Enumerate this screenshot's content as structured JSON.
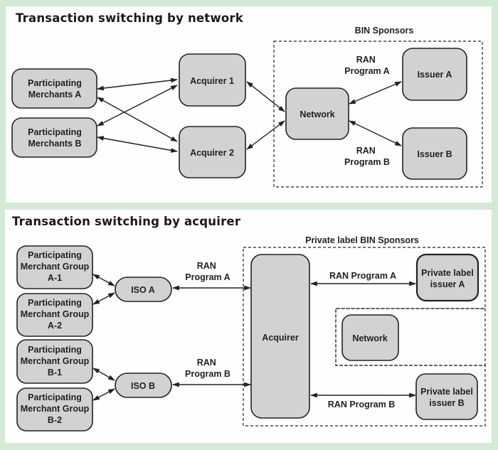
{
  "diagrams": [
    {
      "title": "Transaction switching by network",
      "group_label": "BIN Sponsors",
      "nodes": {
        "merchants_a": [
          "Participating",
          "Merchants A"
        ],
        "merchants_b": [
          "Participating",
          "Merchants B"
        ],
        "acquirer_1": [
          "Acquirer 1"
        ],
        "acquirer_2": [
          "Acquirer 2"
        ],
        "network": [
          "Network"
        ],
        "issuer_a": [
          "Issuer A"
        ],
        "issuer_b": [
          "Issuer B"
        ]
      },
      "edge_labels": {
        "ran_a": [
          "RAN",
          "Program A"
        ],
        "ran_b": [
          "RAN",
          "Program B"
        ]
      }
    },
    {
      "title": "Transaction switching by acquirer",
      "group_label": "Private label BIN Sponsors",
      "nodes": {
        "group_a1": [
          "Participating",
          "Merchant Group",
          "A-1"
        ],
        "group_a2": [
          "Participating",
          "Merchant Group",
          "A-2"
        ],
        "group_b1": [
          "Participating",
          "Merchant Group",
          "B-1"
        ],
        "group_b2": [
          "Participating",
          "Merchant Group",
          "B-2"
        ],
        "iso_a": [
          "ISO A"
        ],
        "iso_b": [
          "ISO B"
        ],
        "acquirer": [
          "Acquirer"
        ],
        "network": [
          "Network"
        ],
        "pl_issuer_a": [
          "Private label",
          "issuer A"
        ],
        "pl_issuer_b": [
          "Private label",
          "issuer B"
        ]
      },
      "edge_labels": {
        "iso_ran_a": [
          "RAN",
          "Program A"
        ],
        "iso_ran_b": [
          "RAN",
          "Program B"
        ],
        "issuer_ran_a": [
          "RAN Program A"
        ],
        "issuer_ran_b": [
          "RAN Program B"
        ]
      }
    }
  ]
}
